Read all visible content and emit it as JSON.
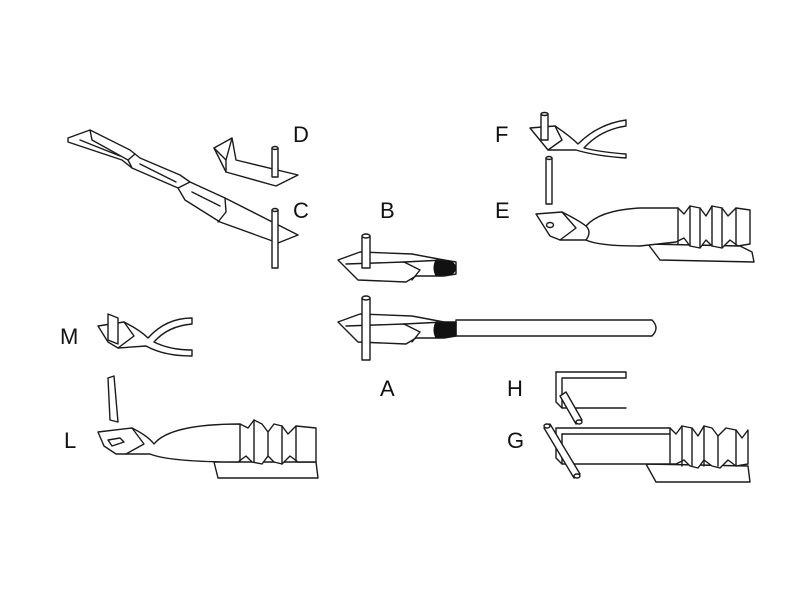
{
  "labels": {
    "a": "A",
    "b": "B",
    "c": "C",
    "d": "D",
    "e": "E",
    "f": "F",
    "g": "G",
    "h": "H",
    "l": "L",
    "m": "M"
  },
  "colors": {
    "ink": "#111111",
    "background": "#ffffff"
  }
}
